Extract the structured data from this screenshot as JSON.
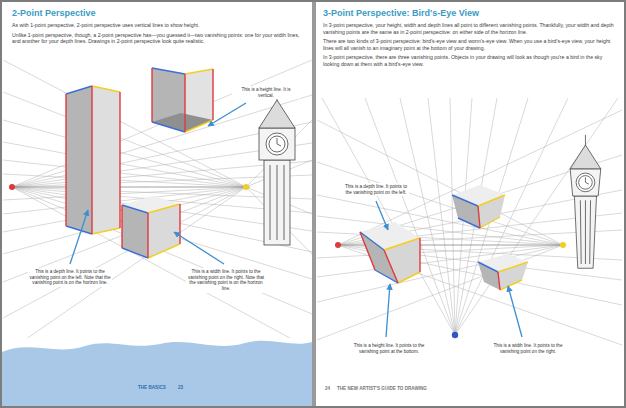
{
  "diagram": {
    "labels": [
      "2-Point Perspective",
      "As with 1-point perspective, 2-point perspective uses vertical lines to show height.",
      "Unlike 1-point perspective, though, a 2-point perspective has—you guessed it—two vanishing points: one for your width lines, and another for your depth lines. Drawings in 2-point perspective look quite realistic.",
      "This is a height line. It is vertical.",
      "This is a depth line. It points to the vanishing point on the left. Note that the vanishing point is on the horizon line.",
      "This is a width line. It points to the vanishing point on the right. Note that the vanishing point is on the horizon line.",
      "THE BASICS",
      "23",
      "3-Point Perspective: Bird's-Eye View",
      "In 3-point perspective, your height, width and depth lines all point to different vanishing points. Thankfully, your width and depth vanishing points are the same as in 2-point perspective: on either side of the horizon line.",
      "There are two kinds of 3-point perspective: bird's-eye view and worm's-eye view. When you use a bird's-eye view, your height lines will all vanish to an imaginary point at the bottom of your drawing.",
      "In 3-point perspective, there are three vanishing points. Objects in your drawing will look as though you're a bird in the sky looking down at them with a bird's-eye view.",
      "This is a depth line. It points to the vanishing point on the left.",
      "This is a height line. It points to the vanishing point at the bottom.",
      "This is a width line. It points to the vanishing point on the right.",
      "24",
      "THE NEW ARTIST'S GUIDE TO DRAWING"
    ]
  }
}
